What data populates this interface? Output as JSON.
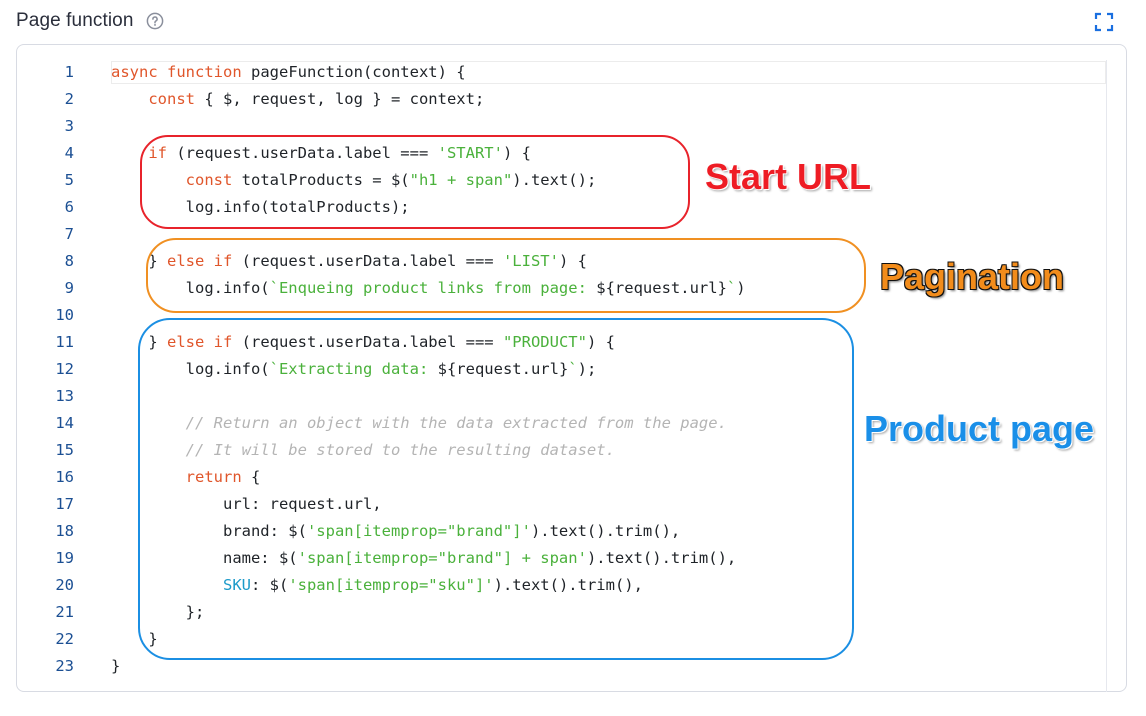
{
  "panel": {
    "title": "Page function",
    "icons": {
      "help": "question-circle-icon",
      "expand": "expand-icon"
    }
  },
  "editor": {
    "line_numbers": [
      "1",
      "2",
      "3",
      "4",
      "5",
      "6",
      "7",
      "8",
      "9",
      "10",
      "11",
      "12",
      "13",
      "14",
      "15",
      "16",
      "17",
      "18",
      "19",
      "20",
      "21",
      "22",
      "23"
    ],
    "lines": [
      [
        {
          "t": "async function",
          "c": "kw"
        },
        {
          "t": " pageFunction(context) {",
          "c": ""
        }
      ],
      [
        {
          "t": "    ",
          "c": ""
        },
        {
          "t": "const",
          "c": "kw"
        },
        {
          "t": " { $, request, log } = context;",
          "c": ""
        }
      ],
      [],
      [
        {
          "t": "    ",
          "c": ""
        },
        {
          "t": "if",
          "c": "kw"
        },
        {
          "t": " (request.userData.label === ",
          "c": ""
        },
        {
          "t": "'START'",
          "c": "str"
        },
        {
          "t": ") {",
          "c": ""
        }
      ],
      [
        {
          "t": "        ",
          "c": ""
        },
        {
          "t": "const",
          "c": "kw"
        },
        {
          "t": " totalProducts = $(",
          "c": ""
        },
        {
          "t": "\"h1 + span\"",
          "c": "str"
        },
        {
          "t": ").text();",
          "c": ""
        }
      ],
      [
        {
          "t": "        log.info(totalProducts);",
          "c": ""
        }
      ],
      [],
      [
        {
          "t": "    } ",
          "c": ""
        },
        {
          "t": "else if",
          "c": "kw"
        },
        {
          "t": " (request.userData.label === ",
          "c": ""
        },
        {
          "t": "'LIST'",
          "c": "str"
        },
        {
          "t": ") {",
          "c": ""
        }
      ],
      [
        {
          "t": "        log.info(",
          "c": ""
        },
        {
          "t": "`Enqueing product links from page: ",
          "c": "str"
        },
        {
          "t": "${request.url}",
          "c": ""
        },
        {
          "t": "`",
          "c": "str"
        },
        {
          "t": ")",
          "c": ""
        }
      ],
      [],
      [
        {
          "t": "    } ",
          "c": ""
        },
        {
          "t": "else if",
          "c": "kw"
        },
        {
          "t": " (request.userData.label === ",
          "c": ""
        },
        {
          "t": "\"PRODUCT\"",
          "c": "str"
        },
        {
          "t": ") {",
          "c": ""
        }
      ],
      [
        {
          "t": "        log.info(",
          "c": ""
        },
        {
          "t": "`Extracting data: ",
          "c": "str"
        },
        {
          "t": "${request.url}",
          "c": ""
        },
        {
          "t": "`",
          "c": "str"
        },
        {
          "t": ");",
          "c": ""
        }
      ],
      [],
      [
        {
          "t": "        ",
          "c": ""
        },
        {
          "t": "// Return an object with the data extracted from the page.",
          "c": "cm"
        }
      ],
      [
        {
          "t": "        ",
          "c": ""
        },
        {
          "t": "// It will be stored to the resulting dataset.",
          "c": "cm"
        }
      ],
      [
        {
          "t": "        ",
          "c": ""
        },
        {
          "t": "return",
          "c": "kw"
        },
        {
          "t": " {",
          "c": ""
        }
      ],
      [
        {
          "t": "            url: request.url,",
          "c": ""
        }
      ],
      [
        {
          "t": "            brand: $(",
          "c": ""
        },
        {
          "t": "'span[itemprop=\"brand\"]'",
          "c": "str"
        },
        {
          "t": ").text().trim(),",
          "c": ""
        }
      ],
      [
        {
          "t": "            name: $(",
          "c": ""
        },
        {
          "t": "'span[itemprop=\"brand\"] + span'",
          "c": "str"
        },
        {
          "t": ").text().trim(),",
          "c": ""
        }
      ],
      [
        {
          "t": "            ",
          "c": ""
        },
        {
          "t": "SKU",
          "c": "prop"
        },
        {
          "t": ": $(",
          "c": ""
        },
        {
          "t": "'span[itemprop=\"sku\"]'",
          "c": "str"
        },
        {
          "t": ").text().trim(),",
          "c": ""
        }
      ],
      [
        {
          "t": "        };",
          "c": ""
        }
      ],
      [
        {
          "t": "    }",
          "c": ""
        }
      ],
      [
        {
          "t": "}",
          "c": ""
        }
      ]
    ]
  },
  "annotations": {
    "start": "Start URL",
    "pagination": "Pagination",
    "product": "Product page"
  },
  "colors": {
    "keyword": "#e0562b",
    "string": "#4ab13b",
    "comment": "#b4b4b4",
    "line_number": "#1b4f93",
    "start_outline": "#e8232b",
    "pagination_outline": "#f09022",
    "product_outline": "#1b8fe3"
  }
}
